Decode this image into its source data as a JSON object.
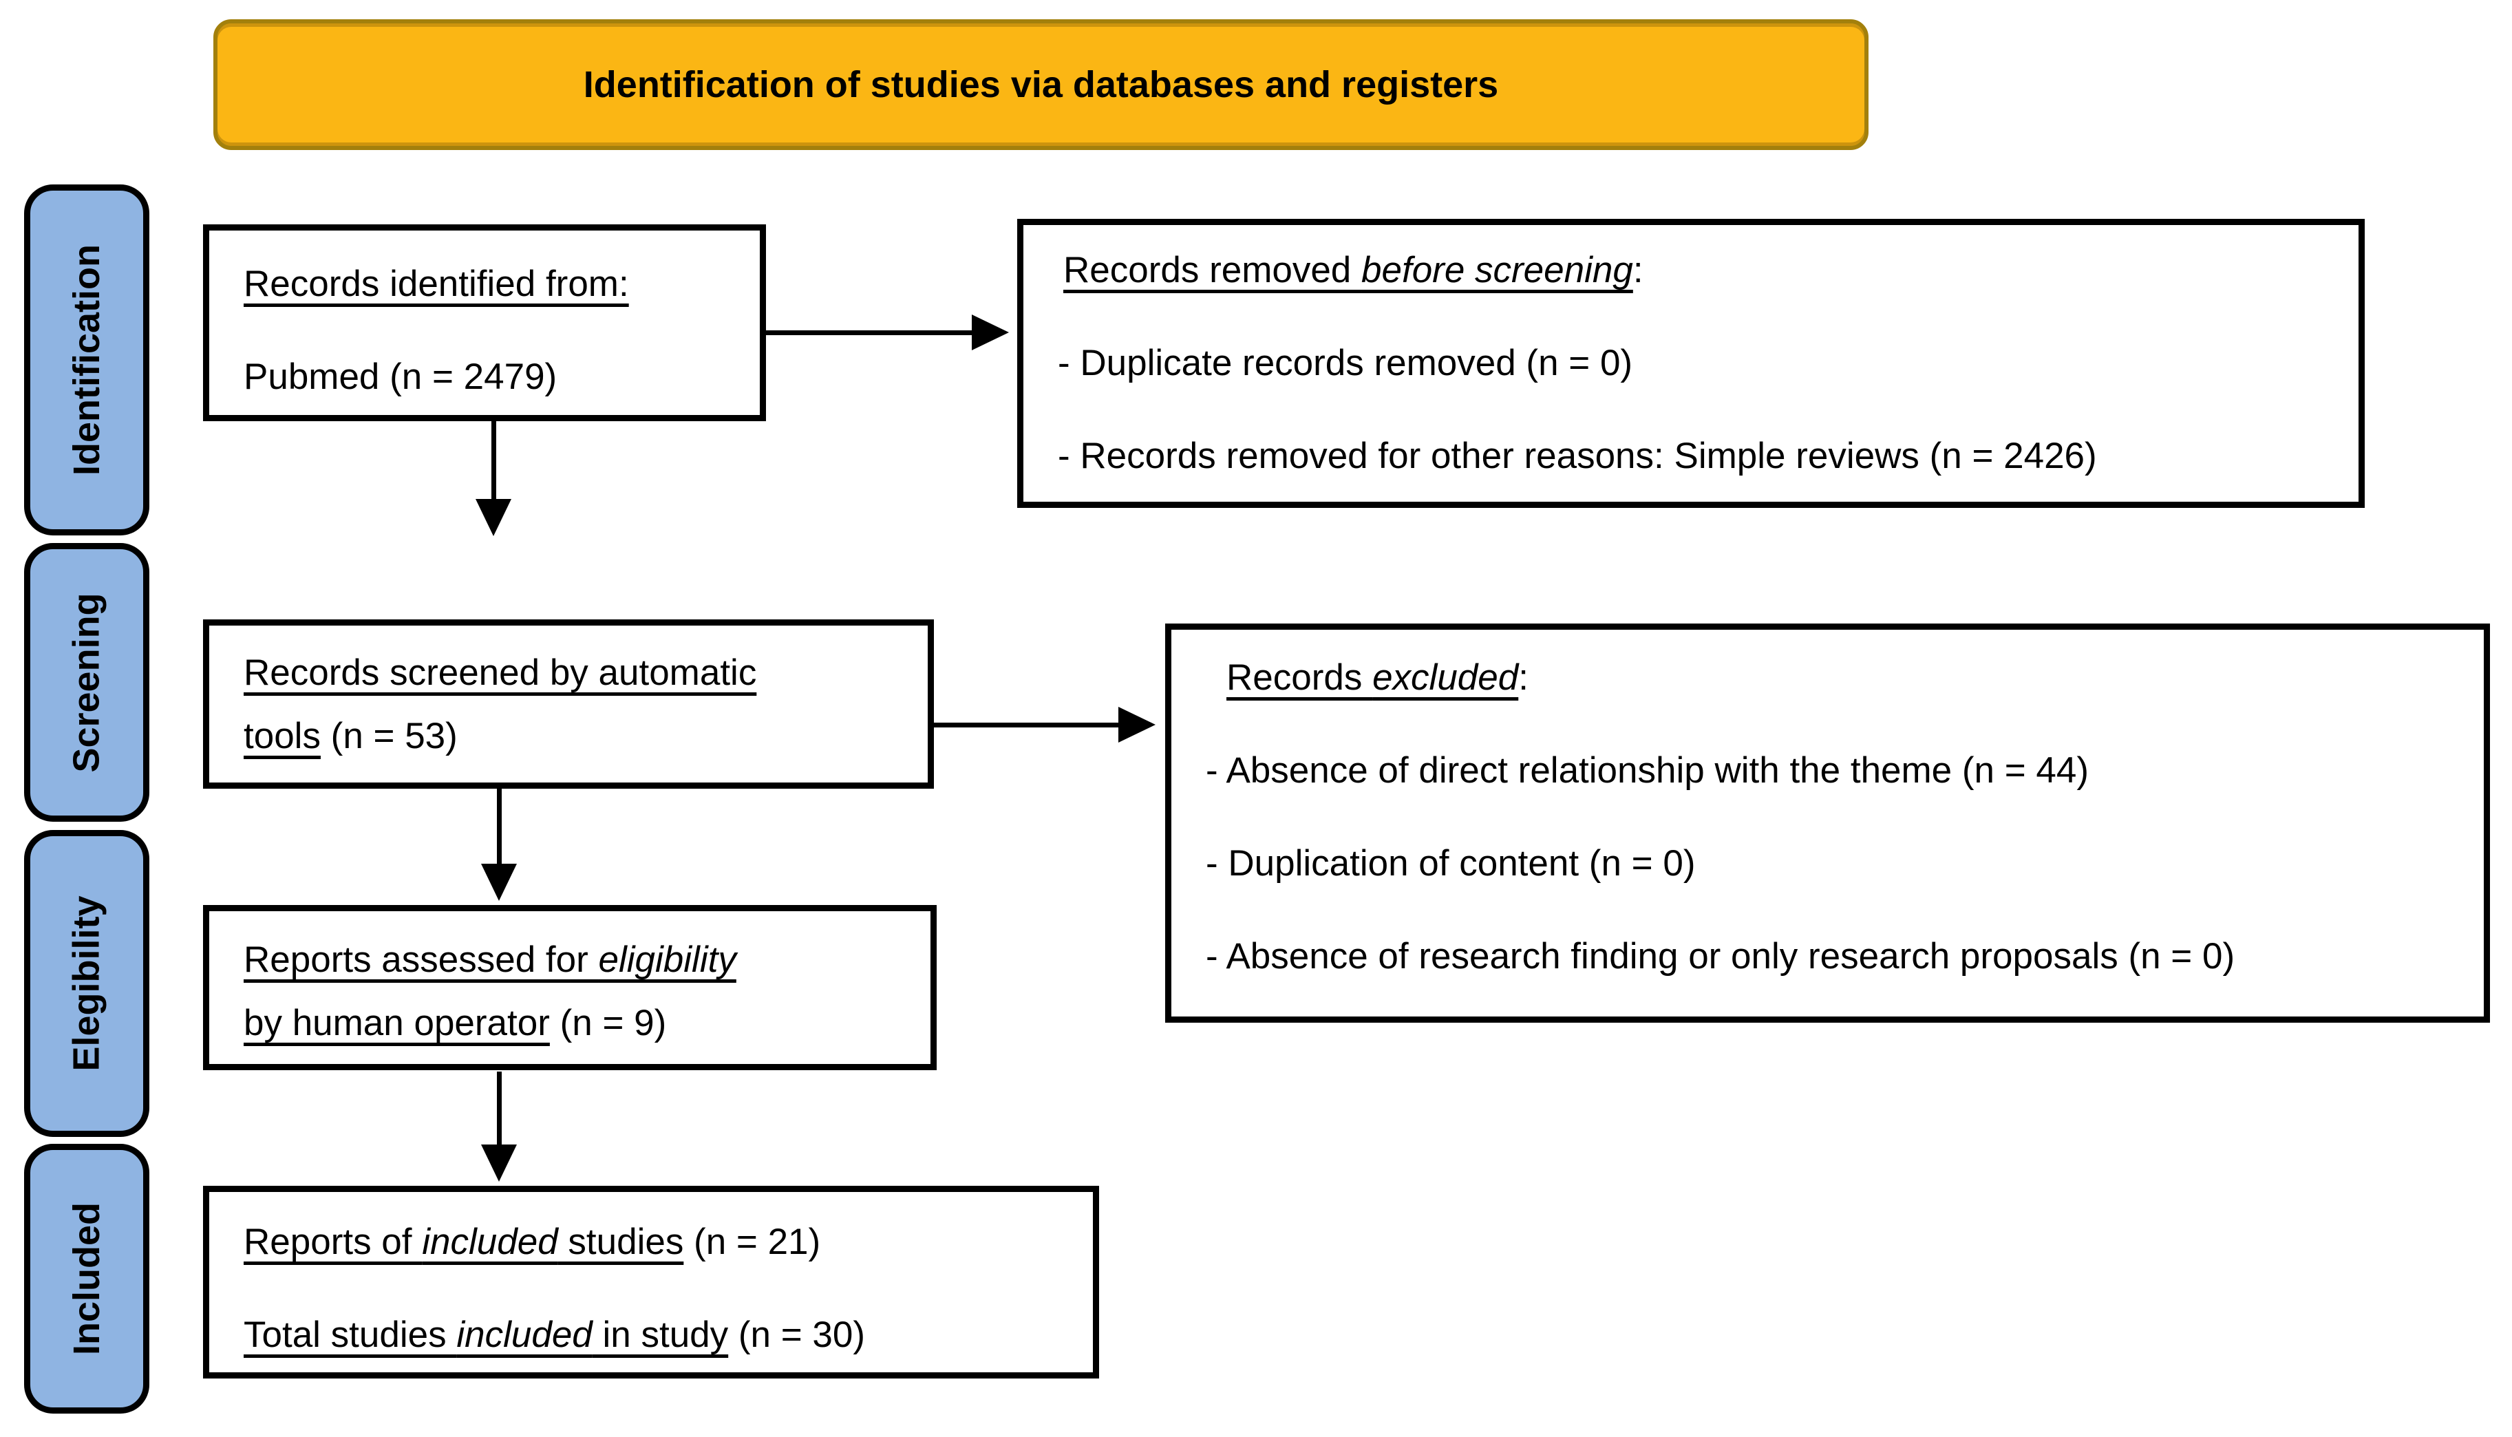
{
  "banner": {
    "title": "Identification of studies via databases and registers"
  },
  "sidebar": {
    "items": [
      {
        "label": "Identification"
      },
      {
        "label": "Screening"
      },
      {
        "label": "Elegibility"
      },
      {
        "label": "Included"
      }
    ]
  },
  "boxes": {
    "identified": {
      "heading": "Records identified from:",
      "source": "Pubmed (n = 2479)"
    },
    "removed": {
      "heading_prefix": "Records removed ",
      "heading_italic": "before screening",
      "heading_suffix": ":",
      "items": [
        {
          "text": "- Duplicate records removed (n = 0)"
        },
        {
          "text": "- Records removed for other reasons: Simple reviews (n = 2426)"
        }
      ]
    },
    "screened": {
      "line1": "Records screened by automatic",
      "line2_underlined": "tools",
      "line2_plain": " (n = 53)"
    },
    "excluded": {
      "heading_prefix": "Records ",
      "heading_italic": "excluded",
      "heading_suffix": ":",
      "items": [
        {
          "text": "- Absence of direct relationship with the theme (n = 44)"
        },
        {
          "text": "- Duplication of content (n = 0)"
        },
        {
          "text": "- Absence of research finding or only research proposals (n = 0)"
        }
      ]
    },
    "assessed": {
      "line1_prefix": "Reports assessed for ",
      "line1_italic": "eligibility",
      "line2_underlined": "by human operator",
      "line2_plain": " (n = 9)"
    },
    "included": {
      "line1_prefix": "Reports of ",
      "line1_italic": "included",
      "line1_suffix": " studies",
      "line1_plain": " (n = 21)",
      "line2_prefix": "Total studies ",
      "line2_italic": "included",
      "line2_suffix": " in study",
      "line2_plain": " (n = 30)"
    }
  },
  "colors": {
    "banner_fill": "#FBB614",
    "banner_border": "#A3800C",
    "sidebar_fill": "#8FB4E2"
  }
}
